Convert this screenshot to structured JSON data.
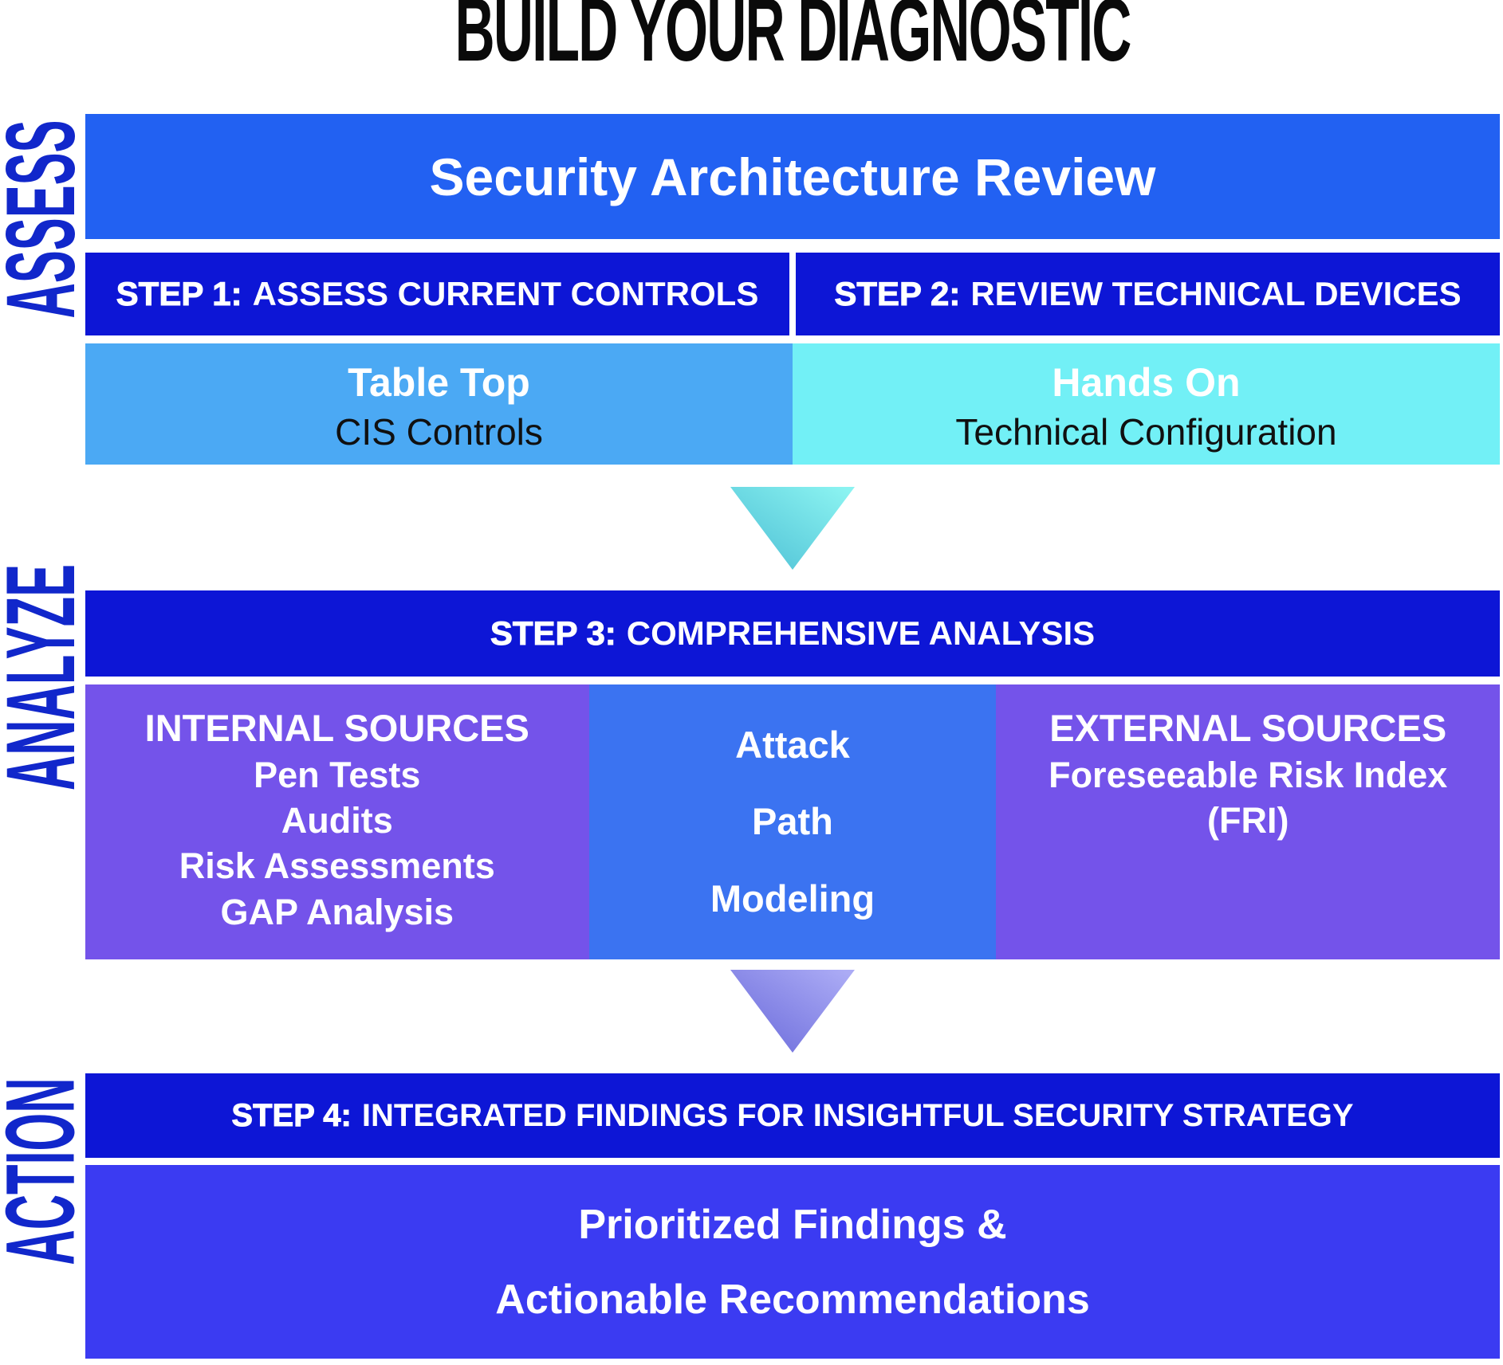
{
  "title": "BUILD YOUR DIAGNOSTIC",
  "colors": {
    "title_black": "#0a0a0a",
    "label_blue": "#1127cb",
    "banner_blue": "#2261f2",
    "step_bar_blue": "#0d16d6",
    "tabletop_blue": "#4ba9f4",
    "handson_cyan": "#72f0f6",
    "subtitle_black": "#101010",
    "purple": "#7453ea",
    "center_blue": "#3b73f1",
    "result_blue": "#3b3bf2",
    "arrow1_from": "#8bf3f1",
    "arrow1_to": "#4ec0d5",
    "arrow2_from": "#ababf5",
    "arrow2_to": "#6b6bdb"
  },
  "sections": {
    "assess": {
      "label": "ASSESS",
      "banner": "Security Architecture Review",
      "steps": [
        {
          "prefix": "STEP 1:",
          "text": "ASSESS CURRENT CONTROLS"
        },
        {
          "prefix": "STEP 2:",
          "text": "REVIEW TECHNICAL DEVICES"
        }
      ],
      "methods": [
        {
          "title": "Table Top",
          "subtitle": "CIS Controls"
        },
        {
          "title": "Hands On",
          "subtitle": "Technical Configuration"
        }
      ]
    },
    "analyze": {
      "label": "ANALYZE",
      "step": {
        "prefix": "STEP 3:",
        "text": "COMPREHENSIVE ANALYSIS"
      },
      "internal": {
        "heading": "INTERNAL SOURCES",
        "items": [
          "Pen Tests",
          "Audits",
          "Risk Assessments",
          "GAP Analysis"
        ]
      },
      "center": {
        "lines": [
          "Attack",
          "Path",
          "Modeling"
        ]
      },
      "external": {
        "heading": "EXTERNAL SOURCES",
        "lines": [
          "Foreseeable Risk Index",
          "(FRI)"
        ]
      }
    },
    "action": {
      "label": "ACTION",
      "step": {
        "prefix": "STEP 4:",
        "text": "INTEGRATED FINDINGS FOR INSIGHTFUL SECURITY STRATEGY"
      },
      "results": [
        "Prioritized Findings &",
        "Actionable Recommendations"
      ]
    }
  }
}
